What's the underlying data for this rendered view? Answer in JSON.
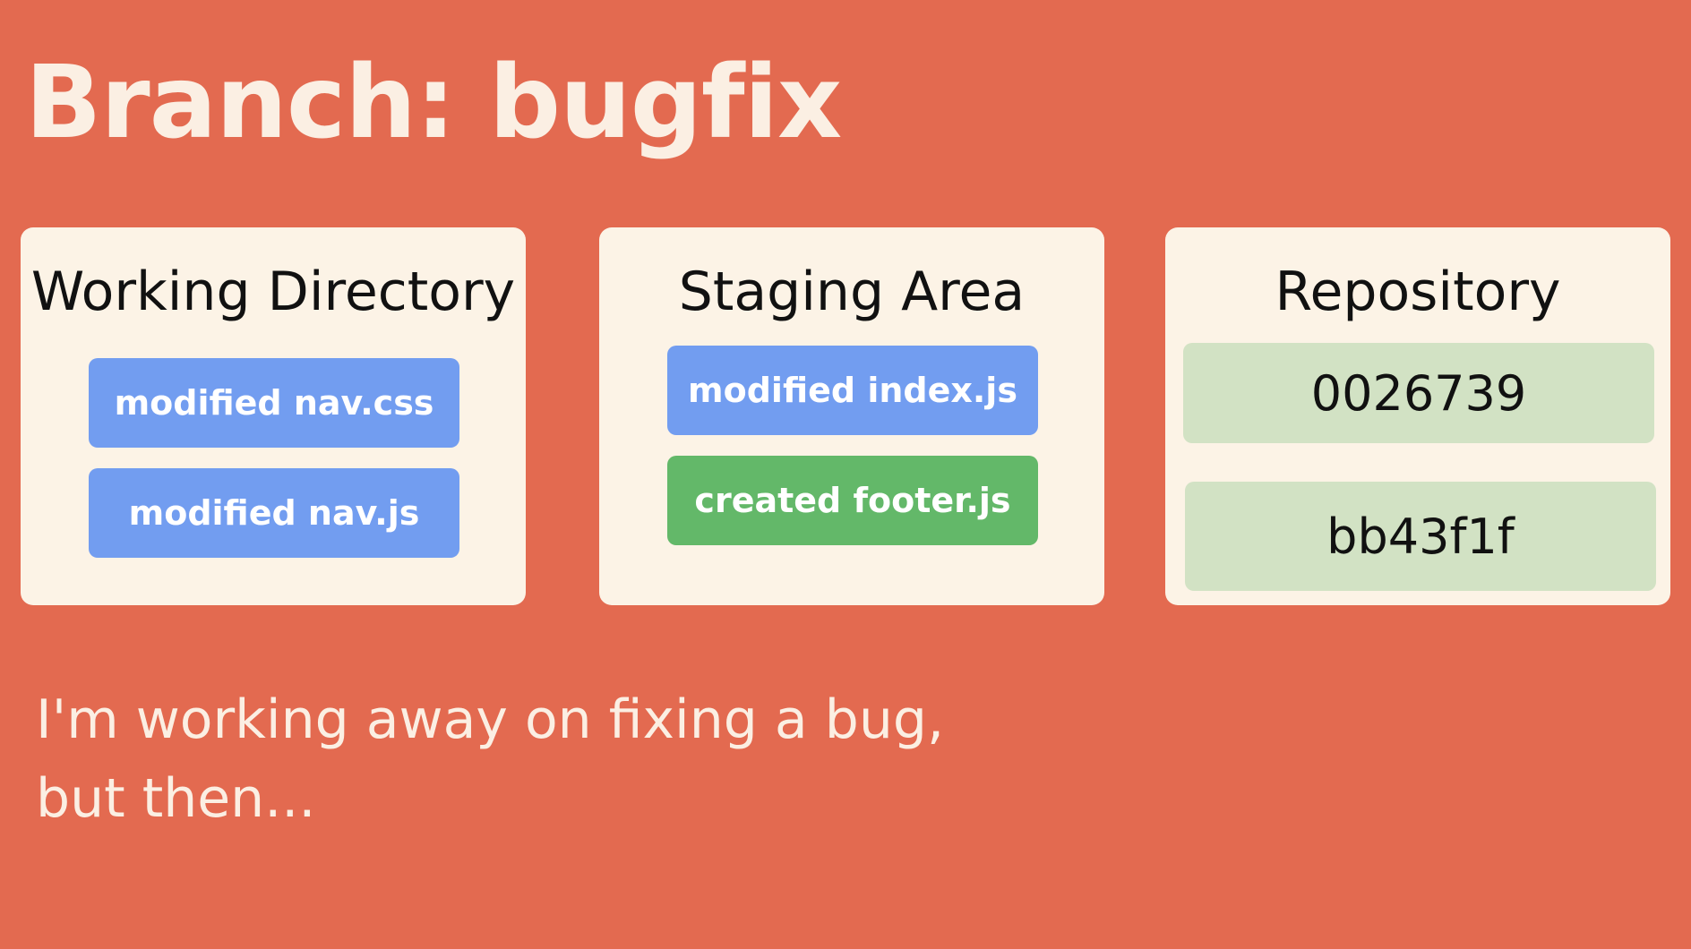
{
  "slide": {
    "title": "Branch: bugfix",
    "caption_lines": [
      "I'm working away on fixing a bug,",
      "but then..."
    ]
  },
  "panels": [
    {
      "title": "Working Directory",
      "items": [
        "modified nav.css",
        "modified nav.js"
      ]
    },
    {
      "title": "Staging Area",
      "items": [
        "modified index.js",
        "created footer.js"
      ]
    },
    {
      "title": "Repository",
      "items": [
        "0026739",
        "bb43f1f"
      ]
    }
  ],
  "colors": {
    "background": "#e36a50",
    "panel": "#fcf3e6",
    "title_text": "#fbefe3",
    "modified_file": "#729df0",
    "created_file": "#63b869",
    "commit": "#d2e2c4"
  }
}
